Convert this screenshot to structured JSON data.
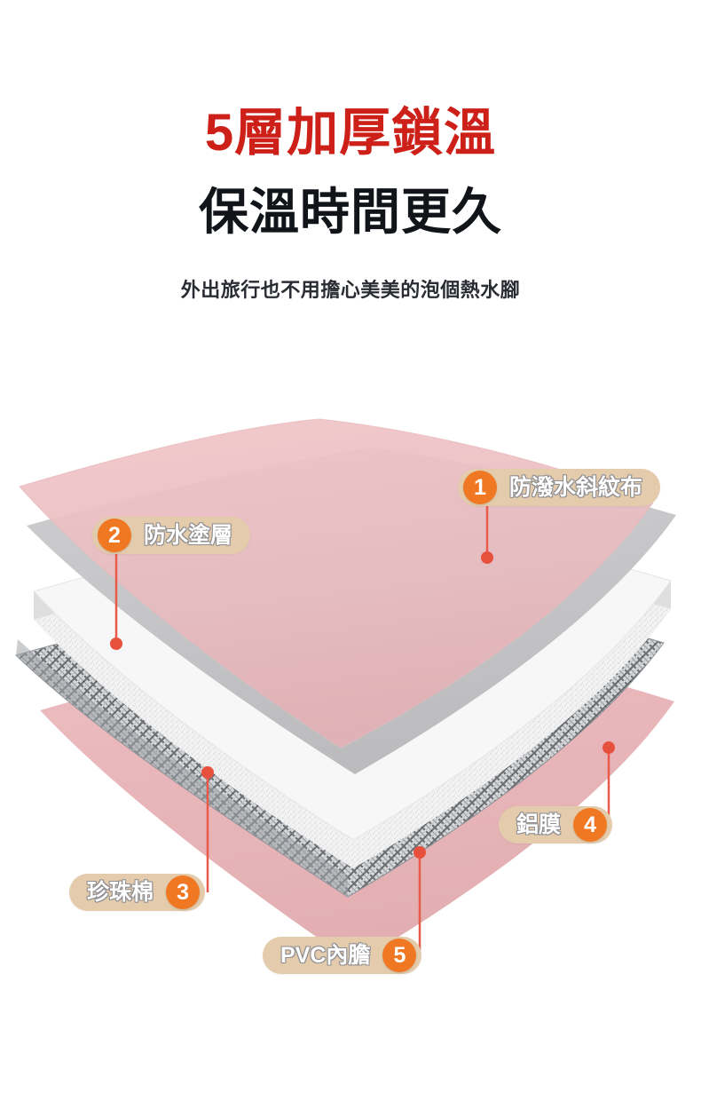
{
  "header": {
    "headline_1": "5層加厚鎖溫",
    "headline_2": "保溫時間更久",
    "subheadline": "外出旅行也不用擔心美美的泡個熱水腳"
  },
  "diagram": {
    "title": "5-layer construction exploded view",
    "layers": [
      {
        "number": "1",
        "label": "防潑水斜紋布",
        "material": "water-repellent twill fabric",
        "swatch": "#e8bdc1",
        "callout_side": "right"
      },
      {
        "number": "2",
        "label": "防水塗層",
        "material": "waterproof coating",
        "swatch": "#c6c6c8",
        "callout_side": "left"
      },
      {
        "number": "3",
        "label": "珍珠棉",
        "material": "pearl cotton foam",
        "swatch": "#f4f4f4",
        "callout_side": "left"
      },
      {
        "number": "4",
        "label": "鋁膜",
        "material": "aluminium foil film",
        "swatch": "#b9bcc0",
        "callout_side": "right"
      },
      {
        "number": "5",
        "label": "PVC內膽",
        "material": "PVC inner liner",
        "swatch": "#e7b6ba",
        "callout_side": "right"
      }
    ]
  },
  "colors": {
    "headline_red": "#cc2018",
    "headline_black": "#111418",
    "badge_orange": "#f07822",
    "pill_beige": "#e3cbab",
    "leader_line": "#ea5a4a",
    "leader_dot": "#e8503e",
    "background": "#ffffff"
  }
}
